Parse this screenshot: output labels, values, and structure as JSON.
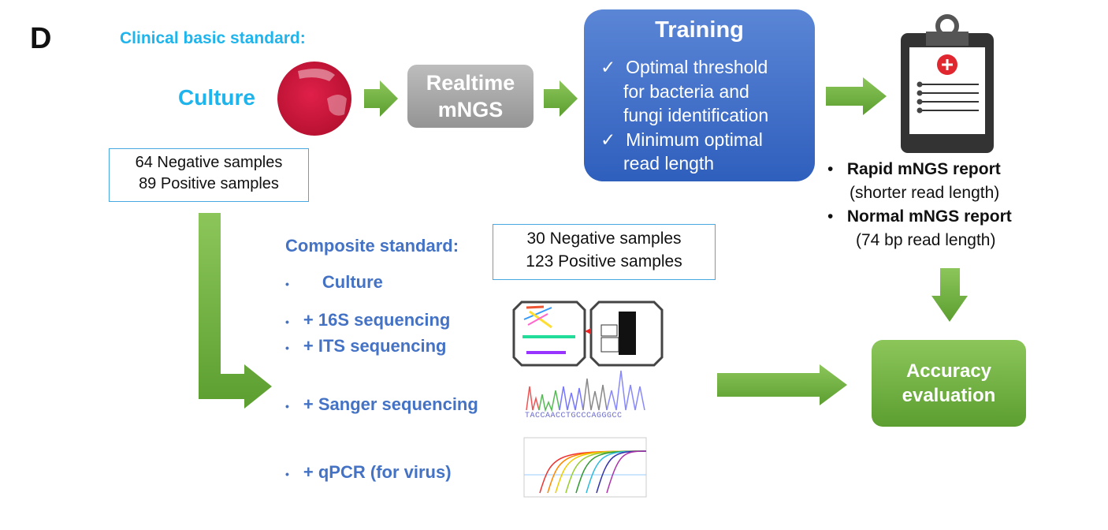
{
  "panel_label": "D",
  "clinical": {
    "title": "Clinical basic standard:",
    "culture": "Culture",
    "counts": [
      "64 Negative samples",
      "89 Positive samples"
    ]
  },
  "realtime": {
    "line1": "Realtime",
    "line2": "mNGS"
  },
  "training": {
    "title": "Training",
    "items": [
      "Optimal threshold",
      "for bacteria and",
      "fungi identification",
      "Minimum optimal",
      "read length"
    ],
    "check": "✓"
  },
  "report": {
    "items": [
      {
        "bold": "Rapid mNGS report",
        "sub": "(shorter read length)"
      },
      {
        "bold": "Normal mNGS report",
        "sub": "(74 bp read length)"
      }
    ],
    "bullet": "•"
  },
  "composite": {
    "title": "Composite standard:",
    "counts": [
      "30 Negative samples",
      "123 Positive samples"
    ],
    "items": [
      "Culture",
      "+ 16S sequencing",
      "+ ITS sequencing",
      "+ Sanger sequencing",
      "+ qPCR (for virus)"
    ]
  },
  "sanger_sequence": "TACCAACCTGCCCAGGGCC",
  "accuracy": {
    "line1": "Accuracy",
    "line2": "evaluation"
  },
  "colors": {
    "arrow": "#6aad3a",
    "training": "#3f6fc9",
    "realtime": "#a8a8a8",
    "accuracy": "#5ea53a",
    "cyan": "#1fb4ec",
    "blue": "#4472c4"
  }
}
